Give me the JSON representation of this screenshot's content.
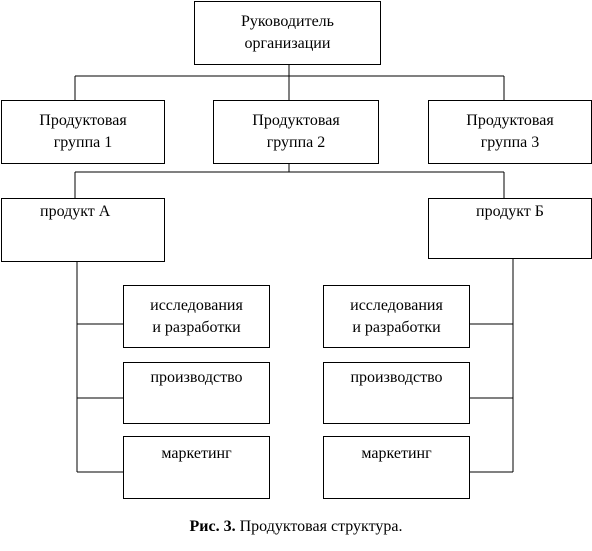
{
  "nodes": {
    "head": "Руководитель\nорганизации",
    "group1": "Продуктовая\nгруппа 1",
    "group2": "Продуктовая\nгруппа 2",
    "group3": "Продуктовая\nгруппа 3",
    "productA": "продукт А",
    "productB": "продукт Б",
    "a_research": "исследования\nи разработки",
    "a_production": "производство",
    "a_marketing": "маркетинг",
    "b_research": "исследования\nи разработки",
    "b_production": "производство",
    "b_marketing": "маркетинг"
  },
  "caption": {
    "label": "Рис. 3.",
    "text": " Продуктовая структура."
  }
}
